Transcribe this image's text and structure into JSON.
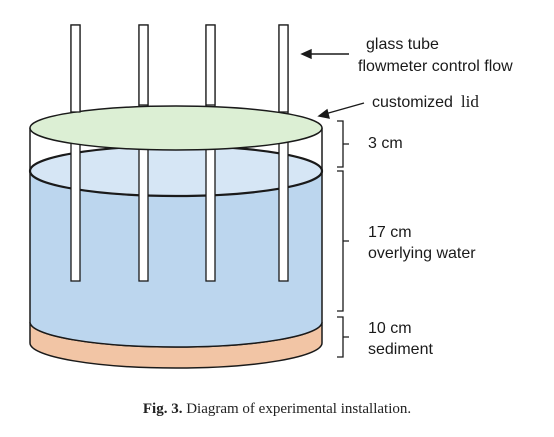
{
  "labels": {
    "glass_tube": "glass tube",
    "flowmeter": "flowmeter control flow",
    "lid": "customized",
    "lid_suffix": "lid",
    "lid_height": "3 cm",
    "water_height": "17 cm",
    "water_name": "overlying water",
    "sediment_height": "10 cm",
    "sediment_name": "sediment"
  },
  "caption": {
    "label": "Fig. 3.",
    "text": "Diagram of experimental installation."
  },
  "colors": {
    "lid": "#dcefd4",
    "water": "#bcd6ee",
    "water_surface": "#d6e6f5",
    "sediment": "#f2c5a5",
    "tube": "#ffffff",
    "outline": "#1a1a1a"
  }
}
